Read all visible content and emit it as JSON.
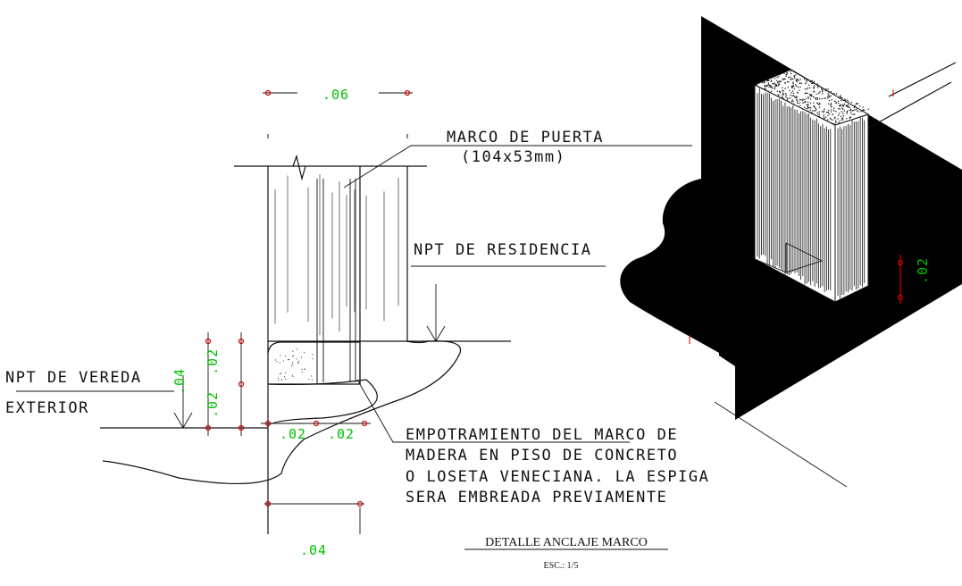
{
  "labels": {
    "marco_line1": "MARCO DE PUERTA",
    "marco_line2": "(104x53mm)",
    "npt_residencia": "NPT DE RESIDENCIA",
    "npt_vereda_line1": "NPT DE VEREDA",
    "npt_vereda_line2": "EXTERIOR",
    "empot_line1": "EMPOTRAMIENTO DEL MARCO DE",
    "empot_line2": "MADERA EN PISO DE CONCRETO",
    "empot_line3": "O LOSETA VENECIANA. LA ESPIGA",
    "empot_line4": "SERA EMBREADA PREVIAMENTE"
  },
  "dimensions": {
    "top_width": ".06",
    "bottom_width": ".04",
    "left_total": ".04",
    "left_upper": ".02",
    "left_lower": ".02",
    "bottom_left": ".02",
    "bottom_right": ".02",
    "iso_height": ".02"
  },
  "title": {
    "main": "DETALLE ANCLAJE MARCO",
    "scale": "ESC.: 1/5"
  },
  "colors": {
    "line": "#111111",
    "dimension_text": "#00c000",
    "dimension_tick": "#d40000",
    "section_fill": "#000000"
  }
}
